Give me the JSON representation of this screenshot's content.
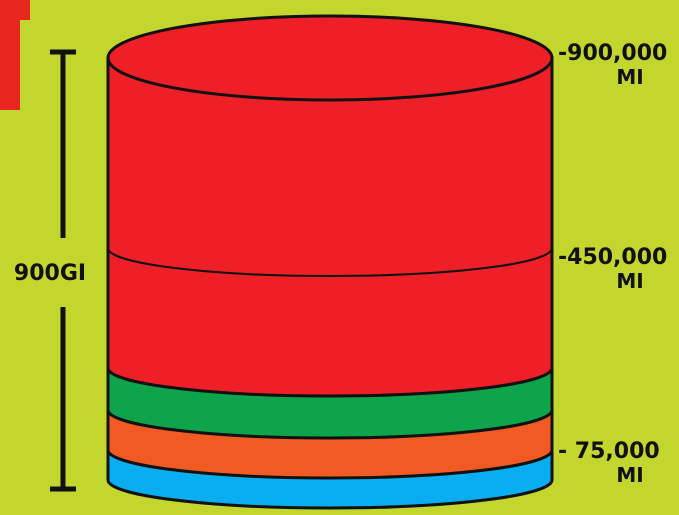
{
  "colors": {
    "background": "#c2d62e",
    "corner_accent": "#e8261f",
    "outline": "#111111"
  },
  "total_label": "900GI",
  "layers": [
    {
      "name": "red",
      "color": "#ee1f26"
    },
    {
      "name": "green",
      "color": "#0da44b"
    },
    {
      "name": "orange",
      "color": "#f15a22"
    },
    {
      "name": "blue",
      "color": "#08aeef"
    }
  ],
  "markers": [
    {
      "value": "-900,000",
      "unit": "MI"
    },
    {
      "value": "-450,000",
      "unit": "MI"
    },
    {
      "value": "- 75,000",
      "unit": "MI"
    }
  ]
}
